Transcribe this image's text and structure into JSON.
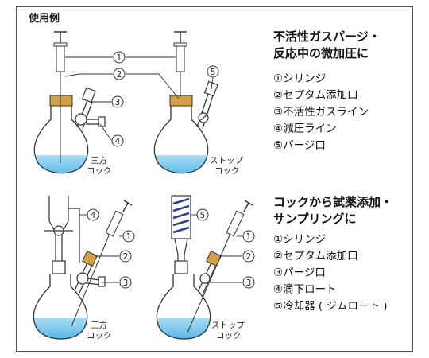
{
  "title": "使用例",
  "section1": {
    "heading_lines": [
      "不活性ガスパージ・",
      "反応中の微加圧に"
    ],
    "items": [
      "①シリンジ",
      "②セプタム添加口",
      "③不活性ガスライン",
      "④減圧ライン",
      "⑤パージ口"
    ],
    "flask_labels": [
      [
        "三方",
        "コック"
      ],
      [
        "ストップ",
        "コック"
      ]
    ]
  },
  "section2": {
    "heading_lines": [
      "コックから試薬添加・",
      "サンプリングに"
    ],
    "items": [
      "①シリンジ",
      "②セプタム添加口",
      "③パージ口",
      "④滴下ロート",
      "⑤冷却器 ( ジムロート )"
    ],
    "flask_labels": [
      [
        "三方",
        "コック"
      ],
      [
        "ストップ",
        "コック"
      ]
    ]
  },
  "callout_numbers": [
    "1",
    "2",
    "3",
    "4",
    "5"
  ],
  "colors": {
    "liquid": "#4fb8e8",
    "liquid_light": "#a9dcf5",
    "septum": "#d4a043",
    "glass": "#333333",
    "coil": "#2d3f8f",
    "border": "#555555"
  }
}
